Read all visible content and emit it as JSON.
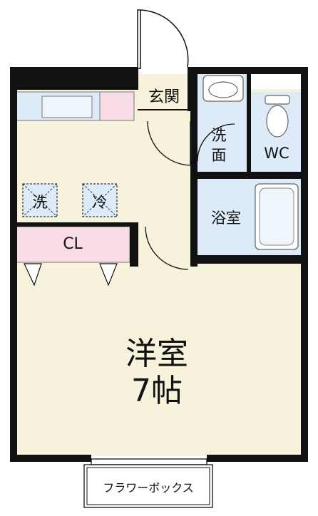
{
  "floorplan": {
    "rooms": {
      "entrance": "玄関",
      "washroom_line1": "洗",
      "washroom_line2": "面",
      "toilet": "WC",
      "bathroom": "浴室",
      "closet": "CL",
      "western_room": "洋室",
      "western_room_size": "7帖",
      "flower_box": "フラワーボックス"
    },
    "appliances": {
      "washer": "洗",
      "fridge": "冷"
    },
    "colors": {
      "floor": "#f6f2dc",
      "wet_area": "#dcebf7",
      "closet": "#f9dde6",
      "wall": "#111111"
    }
  }
}
